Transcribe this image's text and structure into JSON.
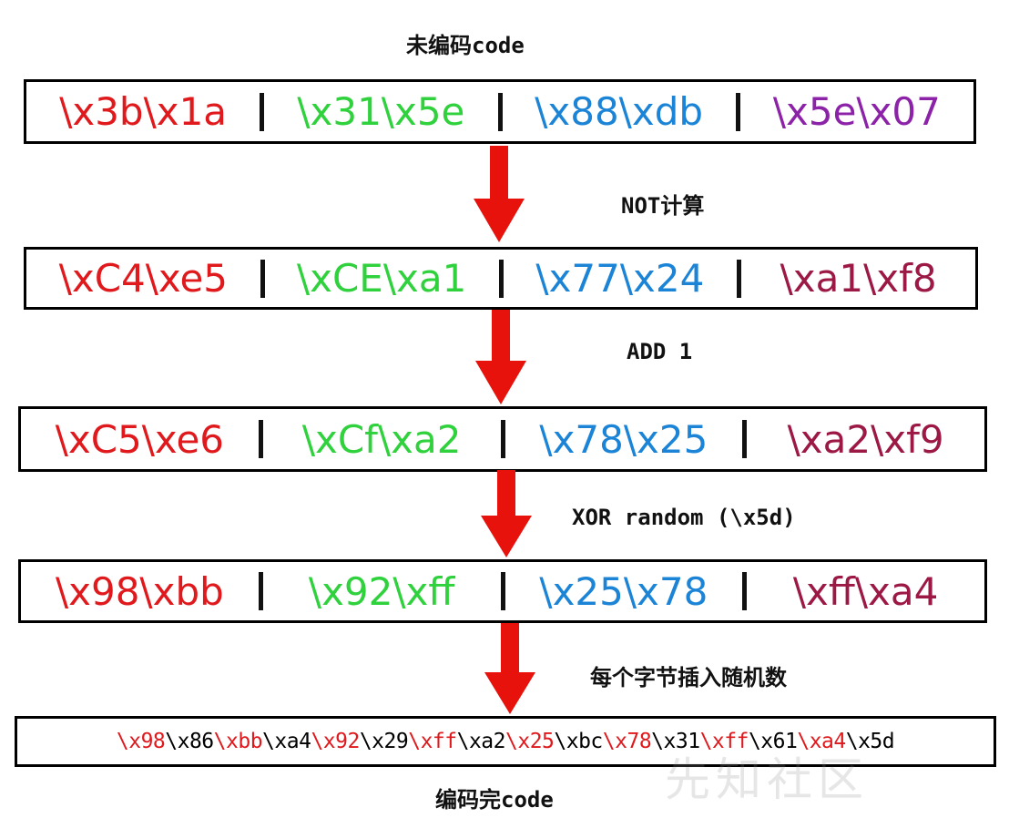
{
  "labels": {
    "title_top": "未编码code",
    "step1": "NOT计算",
    "step2": "ADD 1",
    "step3": "XOR random (\\x5d)",
    "step4": "每个字节插入随机数",
    "title_bottom": "编码完code"
  },
  "colors": {
    "red": "#e0191d",
    "green": "#2fd13c",
    "blue": "#1b84d6",
    "purple": "#8c22a8",
    "maroon": "#9c1845",
    "arrow": "#e8120c"
  },
  "rows": [
    {
      "segments": [
        "\\x3b\\x1a",
        "\\x31\\x5e",
        "\\x88\\xdb",
        "\\x5e\\x07"
      ]
    },
    {
      "segments": [
        "\\xC4\\xe5",
        "\\xCE\\xa1",
        "\\x77\\x24",
        "\\xa1\\xf8"
      ]
    },
    {
      "segments": [
        "\\xC5\\xe6",
        "\\xCf\\xa2",
        "\\x78\\x25",
        "\\xa2\\xf9"
      ]
    },
    {
      "segments": [
        "\\x98\\xbb",
        "\\x92\\xff",
        "\\x25\\x78",
        "\\xff\\xa4"
      ]
    }
  ],
  "final": {
    "parts": [
      {
        "text": "\\x98",
        "random": false
      },
      {
        "text": "\\x86",
        "random": true
      },
      {
        "text": "\\xbb",
        "random": false
      },
      {
        "text": "\\xa4",
        "random": true
      },
      {
        "text": "\\x92",
        "random": false
      },
      {
        "text": "\\x29",
        "random": true
      },
      {
        "text": "\\xff",
        "random": false
      },
      {
        "text": "\\xa2",
        "random": true
      },
      {
        "text": "\\x25",
        "random": false
      },
      {
        "text": "\\xbc",
        "random": true
      },
      {
        "text": "\\x78",
        "random": false
      },
      {
        "text": "\\x31",
        "random": true
      },
      {
        "text": "\\xff",
        "random": false
      },
      {
        "text": "\\x61",
        "random": true
      },
      {
        "text": "\\xa4",
        "random": false
      },
      {
        "text": "\\x5d",
        "random": true
      }
    ]
  },
  "watermark": "先知社区"
}
